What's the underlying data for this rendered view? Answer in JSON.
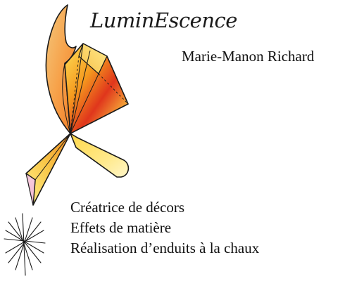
{
  "header": {
    "brand_name": "LuminEscence",
    "person_name": "Marie-Manon Richard"
  },
  "services": [
    "Créatrice de décors",
    "Effets de matière",
    "Réalisation d’enduits à la chaux"
  ],
  "colors": {
    "flame_yellow": "#ffe25a",
    "flame_orange": "#f59a1e",
    "flame_red": "#e0361c",
    "tail_pink": "#f3b7d0",
    "text": "#111111"
  },
  "icons": [
    "butterfly-flame-logo-icon",
    "sparkle-star-icon"
  ]
}
